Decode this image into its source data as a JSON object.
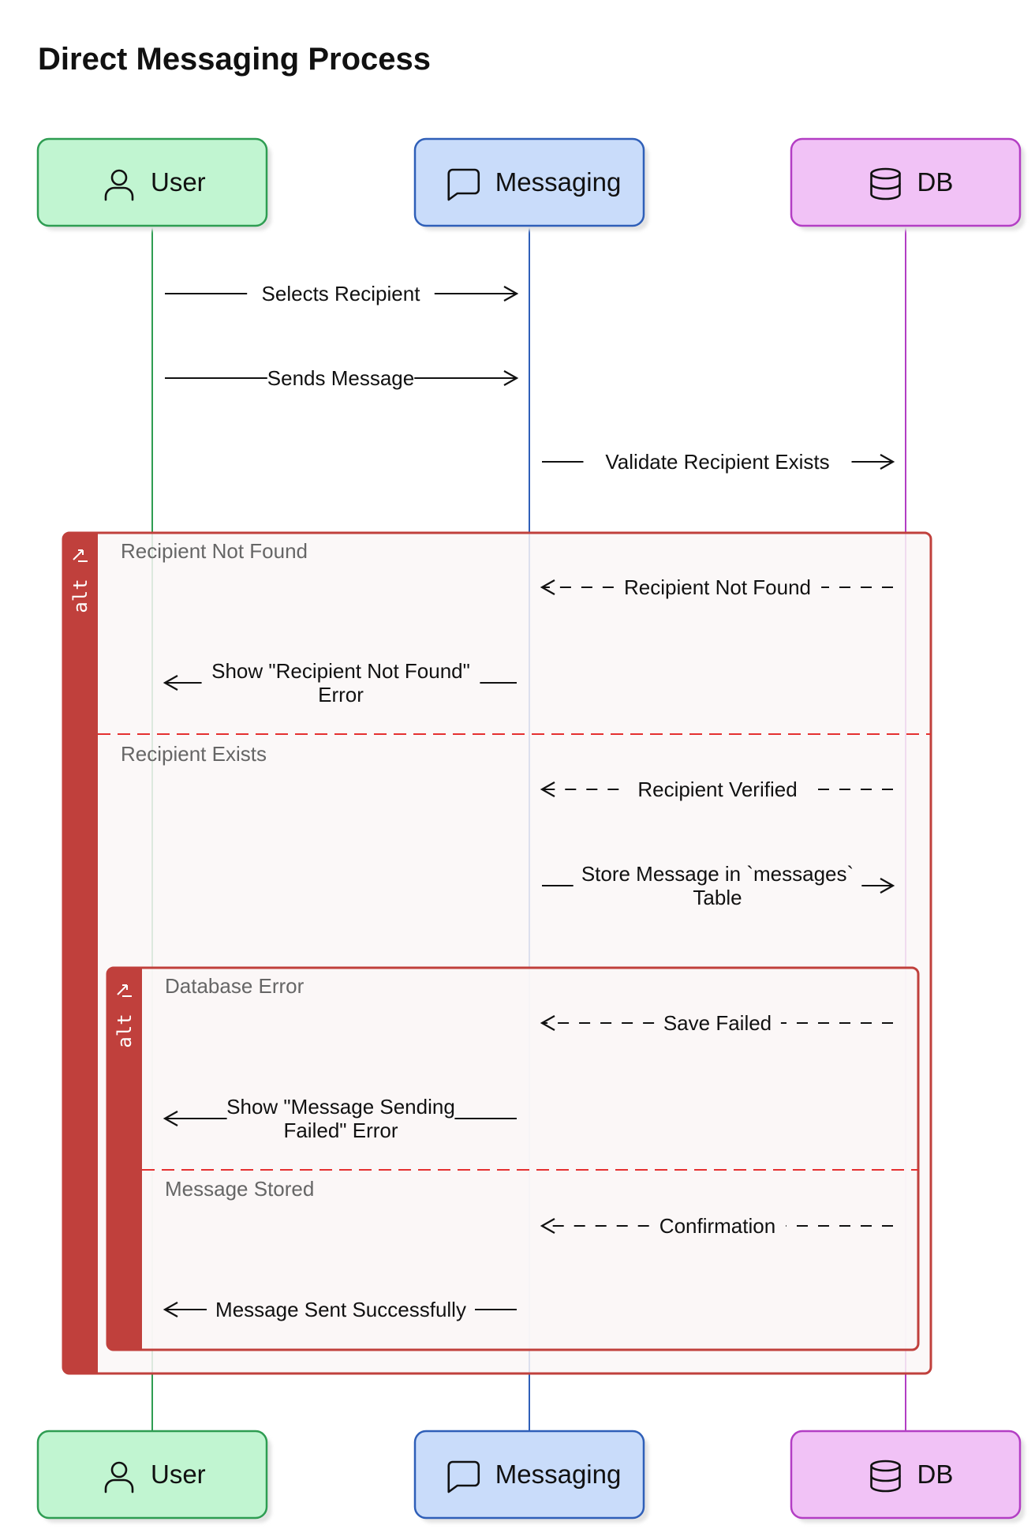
{
  "title": "Direct Messaging Process",
  "colors": {
    "user_fill": "#c1f5d1",
    "user_stroke": "#2e9d52",
    "messaging_fill": "#c9dcfa",
    "messaging_stroke": "#2f5fb8",
    "db_fill": "#f1c2f6",
    "db_stroke": "#b33ec4",
    "alt_frame": "#c0403c",
    "alt_divider": "#e53030",
    "frame_bg": "#faf7f7",
    "shadow": "#e3e3e3"
  },
  "actors": [
    {
      "id": "user",
      "name": "User",
      "icon": "person-icon"
    },
    {
      "id": "messaging",
      "name": "Messaging",
      "icon": "message-icon"
    },
    {
      "id": "db",
      "name": "DB",
      "icon": "database-icon"
    }
  ],
  "messages": [
    {
      "from": "user",
      "to": "messaging",
      "lines": [
        "Selects Recipient"
      ],
      "style": "solid"
    },
    {
      "from": "user",
      "to": "messaging",
      "lines": [
        "Sends Message"
      ],
      "style": "solid"
    },
    {
      "from": "messaging",
      "to": "db",
      "lines": [
        "Validate Recipient Exists"
      ],
      "style": "solid"
    },
    {
      "from": "db",
      "to": "messaging",
      "lines": [
        "Recipient Not Found"
      ],
      "style": "dashed"
    },
    {
      "from": "messaging",
      "to": "user",
      "lines": [
        "Show \"Recipient Not Found\"",
        "Error"
      ],
      "style": "solid"
    },
    {
      "from": "db",
      "to": "messaging",
      "lines": [
        "Recipient Verified"
      ],
      "style": "dashed"
    },
    {
      "from": "messaging",
      "to": "db",
      "lines": [
        "Store Message in `messages`",
        "Table"
      ],
      "style": "solid"
    },
    {
      "from": "db",
      "to": "messaging",
      "lines": [
        "Save Failed"
      ],
      "style": "dashed"
    },
    {
      "from": "messaging",
      "to": "user",
      "lines": [
        "Show \"Message Sending",
        "Failed\" Error"
      ],
      "style": "solid"
    },
    {
      "from": "db",
      "to": "messaging",
      "lines": [
        "Confirmation"
      ],
      "style": "dashed"
    },
    {
      "from": "messaging",
      "to": "user",
      "lines": [
        "Message Sent Successfully"
      ],
      "style": "solid"
    }
  ],
  "frames": [
    {
      "tag": "alt",
      "sections": [
        "Recipient Not Found",
        "Recipient Exists"
      ]
    },
    {
      "tag": "alt",
      "sections": [
        "Database Error",
        "Message Stored"
      ]
    }
  ]
}
